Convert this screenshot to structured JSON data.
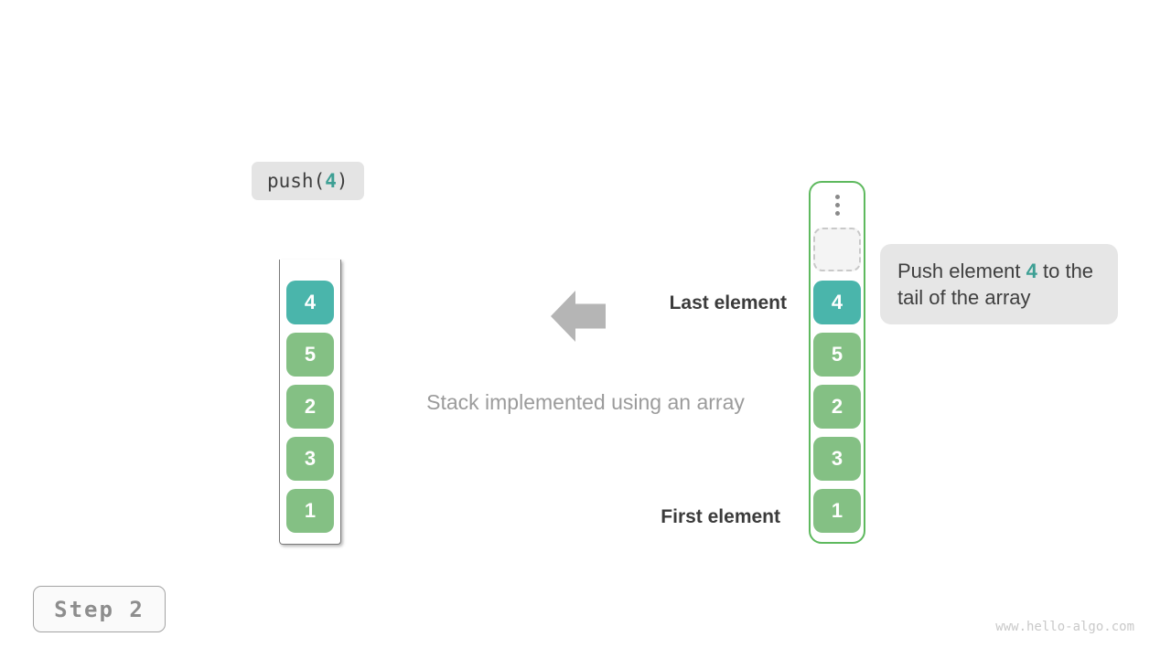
{
  "push_chip": {
    "prefix": "push(",
    "value": "4",
    "suffix": ")"
  },
  "stack": {
    "cells": [
      "4",
      "5",
      "2",
      "3",
      "1"
    ]
  },
  "array": {
    "cells": [
      "4",
      "5",
      "2",
      "3",
      "1"
    ]
  },
  "labels": {
    "last_element": "Last element",
    "first_element": "First element",
    "caption": "Stack implemented using an array"
  },
  "tooltip": {
    "before": "Push element ",
    "value": "4",
    "after": " to the tail of the array"
  },
  "step_chip": "Step 2",
  "watermark": "www.hello-algo.com",
  "colors": {
    "teal": "#4ab5ab",
    "green": "#84c084",
    "array_border": "#5eb95e",
    "highlight_text": "#3d9f94",
    "arrow": "#b5b5b5"
  }
}
